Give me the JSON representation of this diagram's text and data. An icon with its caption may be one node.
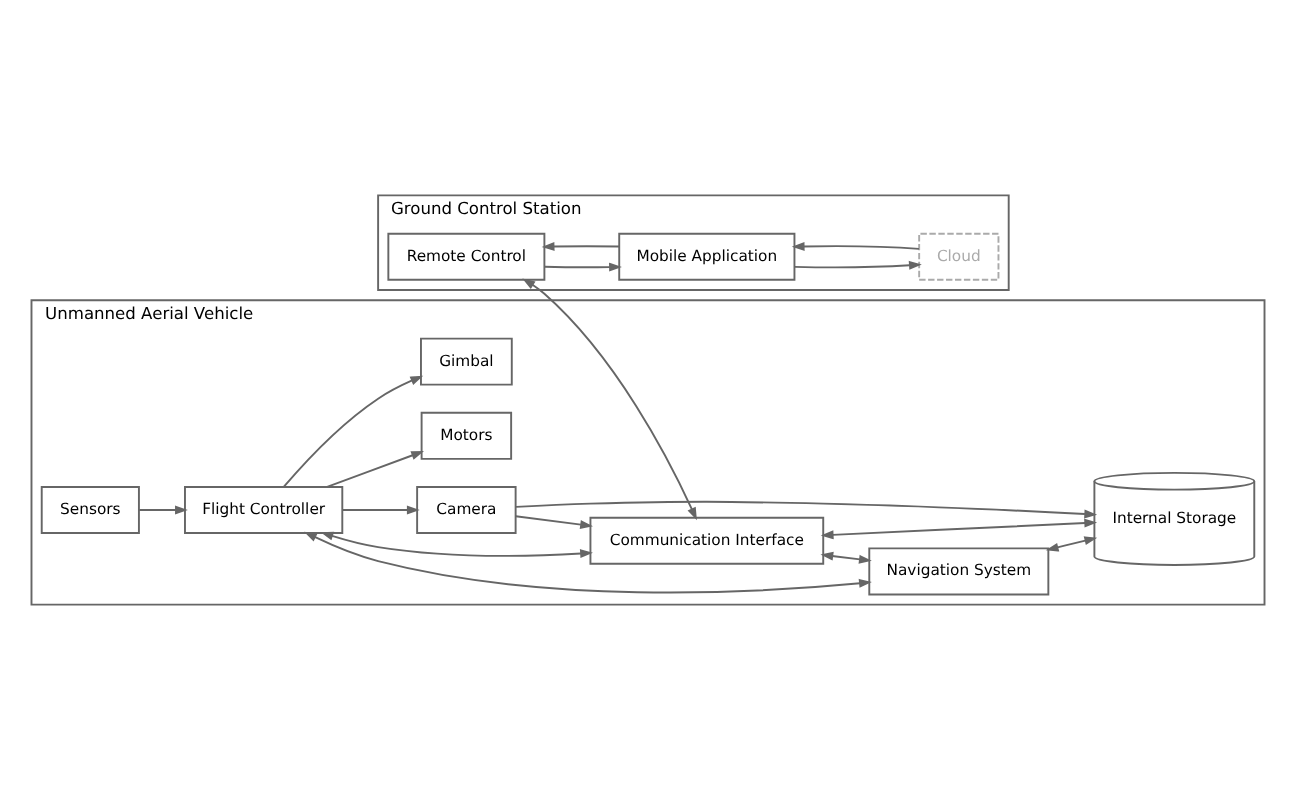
{
  "diagram": {
    "nodes": [
      {
        "text": [
          "Ground Control Station"
        ]
      },
      {
        "text": [
          "Remote Control"
        ],
        "in": 0
      },
      {
        "text": [
          "Mobile Application"
        ],
        "in": 0
      },
      {
        "text": [
          "Cloud"
        ],
        "in": 0
      },
      {
        "text": [
          "Unmanned Aerial Vehicle"
        ]
      },
      {
        "text": [
          "Sensors"
        ],
        "in": 4
      },
      {
        "text": [
          "Motors"
        ],
        "in": 4
      },
      {
        "text": [
          "Gimbal"
        ],
        "in": 4
      },
      {
        "text": [
          "Flight Controller"
        ],
        "in": 4
      },
      {
        "text": [
          "Navigation System"
        ],
        "in": 4
      },
      {
        "text": [
          "Camera"
        ],
        "in": 4
      },
      {
        "text": [
          "Internal Storage"
        ],
        "in": 4
      },
      {
        "text": [
          "Communication Interface"
        ],
        "in": 4
      }
    ],
    "edges": [
      {
        "from": 1,
        "to": 12,
        "arrow": "both"
      },
      {
        "from": 2,
        "to": 1,
        "arrow": "to"
      },
      {
        "from": 1,
        "to": 2,
        "arrow": "to"
      },
      {
        "from": 3,
        "to": 2,
        "arrow": "to"
      },
      {
        "from": 2,
        "to": 3,
        "arrow": "to"
      },
      {
        "from": 5,
        "to": 8,
        "arrow": "to"
      },
      {
        "from": 8,
        "to": 6,
        "arrow": "to"
      },
      {
        "from": 8,
        "to": 7,
        "arrow": "to"
      },
      {
        "from": 8,
        "to": 9,
        "arrow": "both"
      },
      {
        "from": 8,
        "to": 10,
        "arrow": "to"
      },
      {
        "from": 8,
        "to": 12,
        "arrow": "both"
      },
      {
        "from": 10,
        "to": 11,
        "arrow": "to"
      },
      {
        "from": 10,
        "to": 12,
        "arrow": "to"
      },
      {
        "from": 9,
        "to": 11,
        "arrow": "both"
      },
      {
        "from": 12,
        "to": 11,
        "arrow": "both"
      },
      {
        "from": 12,
        "to": 9,
        "arrow": "both"
      }
    ]
  }
}
